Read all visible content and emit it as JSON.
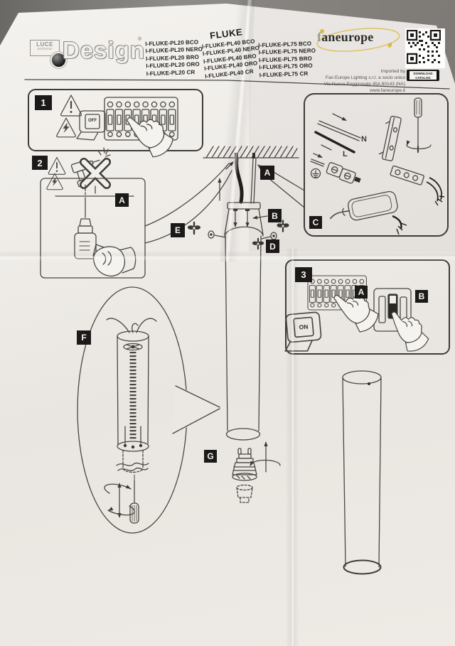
{
  "header": {
    "luce_logo": {
      "box_line1": "LUCE",
      "box_line2": "ambiente",
      "wordmark": "Design",
      "reg_mark": "®"
    },
    "family_name": "FLUKE",
    "code_columns": [
      {
        "codes": [
          "I-FLUKE-PL20 BCO",
          "I-FLUKE-PL20 NERO",
          "I-FLUKE-PL20 BRO",
          "I-FLUKE-PL20 ORO",
          "I-FLUKE-PL20 CR"
        ]
      },
      {
        "codes": [
          "I-FLUKE-PL40 BCO",
          "I-FLUKE-PL40 NERO",
          "I-FLUKE-PL40 BRO",
          "I-FLUKE-PL40 ORO",
          "I-FLUKE-PL40 CR"
        ]
      },
      {
        "codes": [
          "I-FLUKE-PL75 BCO",
          "I-FLUKE-PL75 NERO",
          "I-FLUKE-PL75 BRO",
          "I-FLUKE-PL75 ORO",
          "I-FLUKE-PL75 CR"
        ]
      }
    ],
    "faneurope": {
      "wordmark_f": "f",
      "wordmark_rest": "aneurope",
      "imported_by": "Imported by",
      "company": "Fan Europe Lighting s.r.l. a socio unico",
      "address": "Via Nuova Poggioreale 45A 80143 (NA)",
      "website": "www.faneurope.it"
    },
    "qr_badge": {
      "line1": "DOWNLOAD",
      "line2": "CATALOG"
    }
  },
  "steps": {
    "one": "1",
    "two": "2",
    "three": "3"
  },
  "labels": {
    "a": "A",
    "b": "B",
    "c": "C",
    "d": "D",
    "e": "E",
    "f": "F",
    "g": "G"
  },
  "switches": {
    "off": "OFF",
    "on": "ON"
  },
  "wiring": {
    "neutral": "N",
    "line": "L"
  },
  "colors": {
    "accent_yellow": "#d7bb45",
    "ink": "#4a4742",
    "paper": "#f1efeb",
    "label_bg": "#1b1a18"
  }
}
